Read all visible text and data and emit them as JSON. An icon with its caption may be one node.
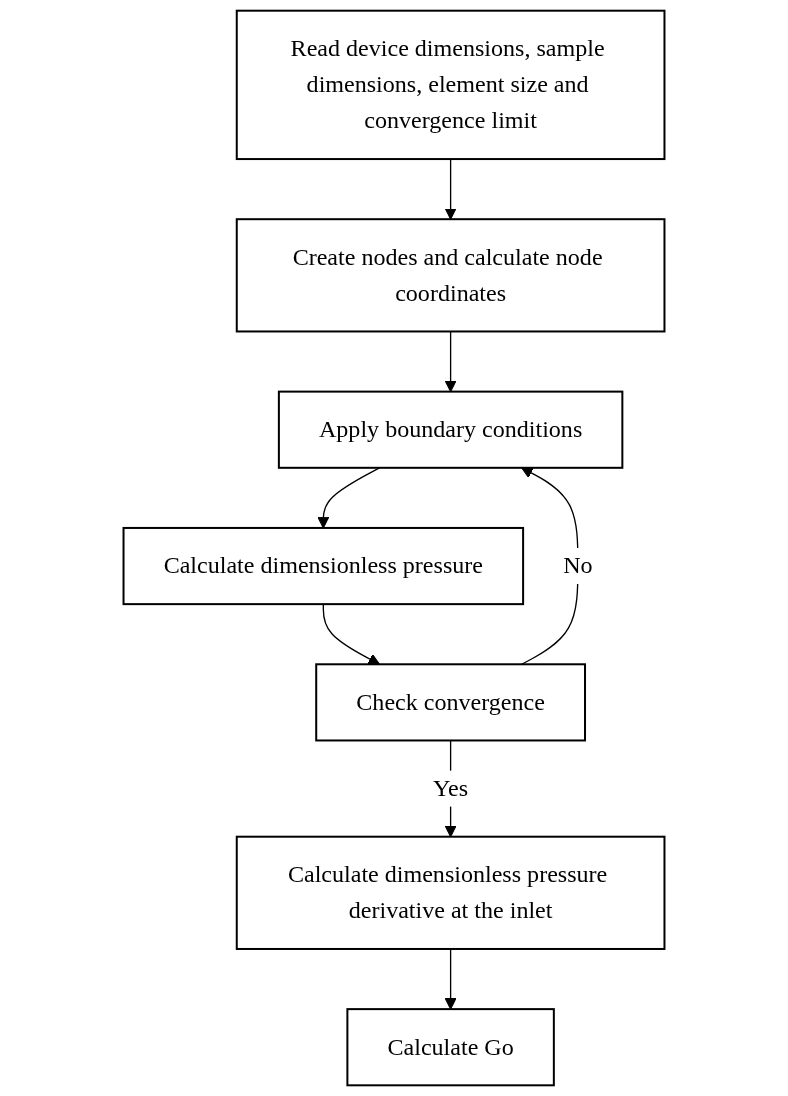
{
  "diagram": {
    "nodes": [
      {
        "text": [
          "Read device dimensions, sample dimensions, element size and convergence limit"
        ]
      },
      {
        "text": [
          "Create nodes and calculate node coordinates"
        ]
      },
      {
        "text": [
          "Apply boundary conditions"
        ]
      },
      {
        "text": [
          "Calculate dimensionless pressure"
        ]
      },
      {
        "text": [
          "Check convergence"
        ]
      },
      {
        "text": [
          "Calculate dimensionless pressure derivative at the inlet"
        ]
      },
      {
        "text": [
          "Calculate Go"
        ]
      }
    ],
    "edges": [
      {
        "from": 0,
        "to": 1,
        "arrow": "to"
      },
      {
        "from": 1,
        "to": 2,
        "arrow": "to"
      },
      {
        "from": 2,
        "to": 3,
        "arrow": "to"
      },
      {
        "from": 3,
        "to": 4,
        "arrow": "to"
      },
      {
        "from": 4,
        "to": 2,
        "arrow": "to",
        "label": "No"
      },
      {
        "from": 4,
        "to": 5,
        "arrow": "to",
        "label": "Yes"
      },
      {
        "from": 5,
        "to": 6,
        "arrow": "to"
      }
    ]
  }
}
